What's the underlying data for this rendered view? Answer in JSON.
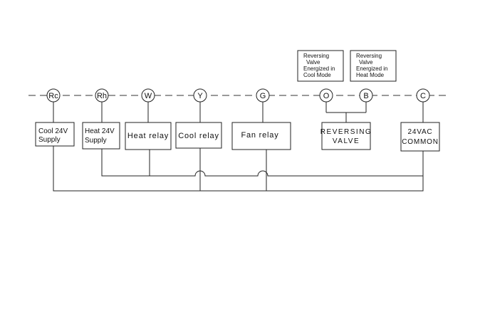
{
  "terminals": [
    {
      "id": "rc",
      "label": "Rc"
    },
    {
      "id": "rh",
      "label": "Rh"
    },
    {
      "id": "w",
      "label": "W"
    },
    {
      "id": "y",
      "label": "Y"
    },
    {
      "id": "g",
      "label": "G"
    },
    {
      "id": "o",
      "label": "O"
    },
    {
      "id": "b",
      "label": "B"
    },
    {
      "id": "c",
      "label": "C"
    }
  ],
  "boxes": {
    "cool_supply": [
      "Cool 24V",
      "Supply"
    ],
    "heat_supply": [
      "Heat 24V",
      "Supply"
    ],
    "heat_relay": [
      "Heat relay"
    ],
    "cool_relay": [
      "Cool relay"
    ],
    "fan_relay": [
      "Fan relay"
    ],
    "reversing_valve": [
      "REVERSING",
      "VALVE"
    ],
    "common": [
      "24VAC",
      "COMMON"
    ]
  },
  "notes": {
    "cool_mode": [
      "Reversing",
      "Valve",
      "Energized in",
      "Cool Mode"
    ],
    "heat_mode": [
      "Reversing",
      "Valve",
      "Energized in",
      "Heat Mode"
    ]
  }
}
